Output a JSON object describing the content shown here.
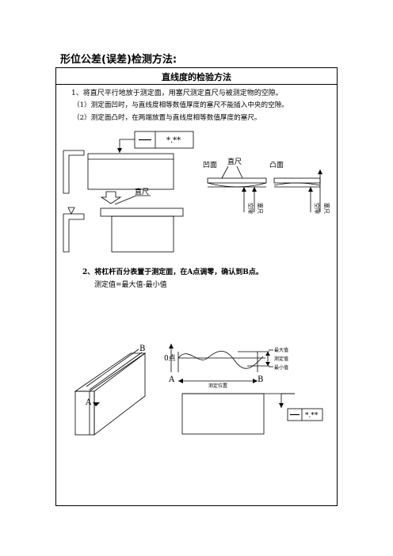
{
  "page_title": "形位公差(误差)检测方法:",
  "section": {
    "title": "直线度的检验方法",
    "step1": "1、将直尺平行地放于测定面，用塞尺测定直尺与被测定物的空隙。",
    "step1_a": "（1）测定面凹时，与直线度相等数值厚度的塞尺不能插入中央的空隙。",
    "step1_b": "（2）测定面凸时，在两端放置与直线度相等数值厚度的塞尺。",
    "step2": "2、将杠杆百分表置于测定面，在A点调零，确认到B点。",
    "step2_formula": "测定值=最大值-最小值"
  },
  "figure1": {
    "tolerance_value": "*.**",
    "ruler_label": "直尺",
    "concave_label": "凹面",
    "ruler_label_2": "直尺",
    "convex_label": "凸面",
    "gap_label": "空隙",
    "feeler_label": "塞尺"
  },
  "figure2": {
    "point_a": "A",
    "point_b": "B",
    "zero_label": "0点",
    "max_label": "最大值",
    "measured_label": "测定值",
    "min_label": "最小值",
    "position_label": "测定位置",
    "tolerance_value": "*.**"
  }
}
